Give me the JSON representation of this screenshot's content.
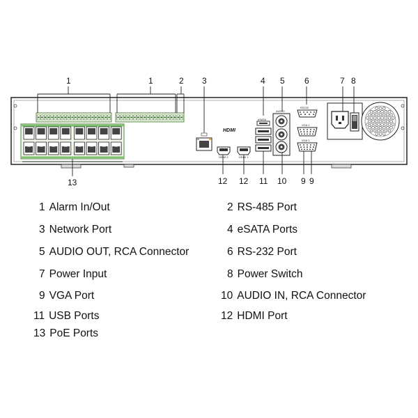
{
  "diagram": {
    "port_labels": {
      "hdmi_logo": "HDMI",
      "rs232": "RS232",
      "vga2": "VGA 2",
      "vga1": "VGA 1",
      "esata": "eSATA",
      "audio": "AUDIO",
      "hdmi2": "HDMI 2",
      "hdmi1": "HDMI 1"
    },
    "callouts": {
      "alarm_left": "1",
      "alarm_right": "1",
      "rs485": "2",
      "network": "3",
      "esata": "4",
      "audio_out": "5",
      "rs232": "6",
      "power_input": "7",
      "power_switch": "8",
      "poe": "13",
      "hdmi_a": "12",
      "hdmi_b": "12",
      "usb": "11",
      "audio_in": "10",
      "vga_a": "9",
      "vga_b": "9"
    }
  },
  "legend": [
    {
      "num": "1",
      "label": "Alarm In/Out"
    },
    {
      "num": "2",
      "label": "RS-485 Port"
    },
    {
      "num": "3",
      "label": "Network Port"
    },
    {
      "num": "4",
      "label": "eSATA Ports"
    },
    {
      "num": "5",
      "label": "AUDIO OUT, RCA Connector"
    },
    {
      "num": "6",
      "label": "RS-232 Port"
    },
    {
      "num": "7",
      "label": "Power Input"
    },
    {
      "num": "8",
      "label": "Power Switch"
    },
    {
      "num": "9",
      "label": "VGA Port"
    },
    {
      "num": "10",
      "label": "AUDIO IN, RCA Connector"
    },
    {
      "num": "11",
      "label": "USB Ports"
    },
    {
      "num": "12",
      "label": "HDMI Port"
    },
    {
      "num": "13",
      "label": "PoE Ports"
    }
  ]
}
